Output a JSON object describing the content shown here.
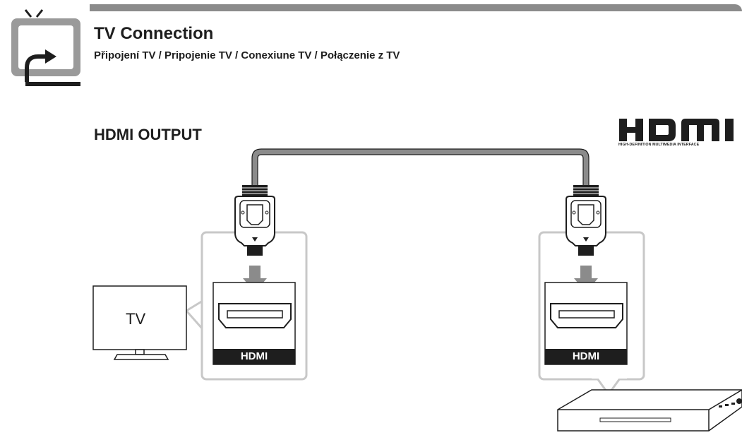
{
  "header": {
    "title": "TV Connection",
    "subtitle": "Připojení TV  /  Pripojenie TV  /  Conexiune TV  /  Połączenie z TV",
    "icon": "tv-connection-icon"
  },
  "section": {
    "title": "HDMI OUTPUT"
  },
  "logo": {
    "text": "HDMI",
    "subtext": "HIGH-DEFINITION MULTIMEDIA INTERFACE",
    "icon": "hdmi-logo"
  },
  "diagram": {
    "tv_label": "TV",
    "left_port_label": "HDMI",
    "right_port_label": "HDMI",
    "colors": {
      "line": "#1e1e1e",
      "cable": "#8b8b8b",
      "panel": "#c8c8c8",
      "arrow": "#8b8b8b",
      "port": "#1e1e1e"
    }
  }
}
